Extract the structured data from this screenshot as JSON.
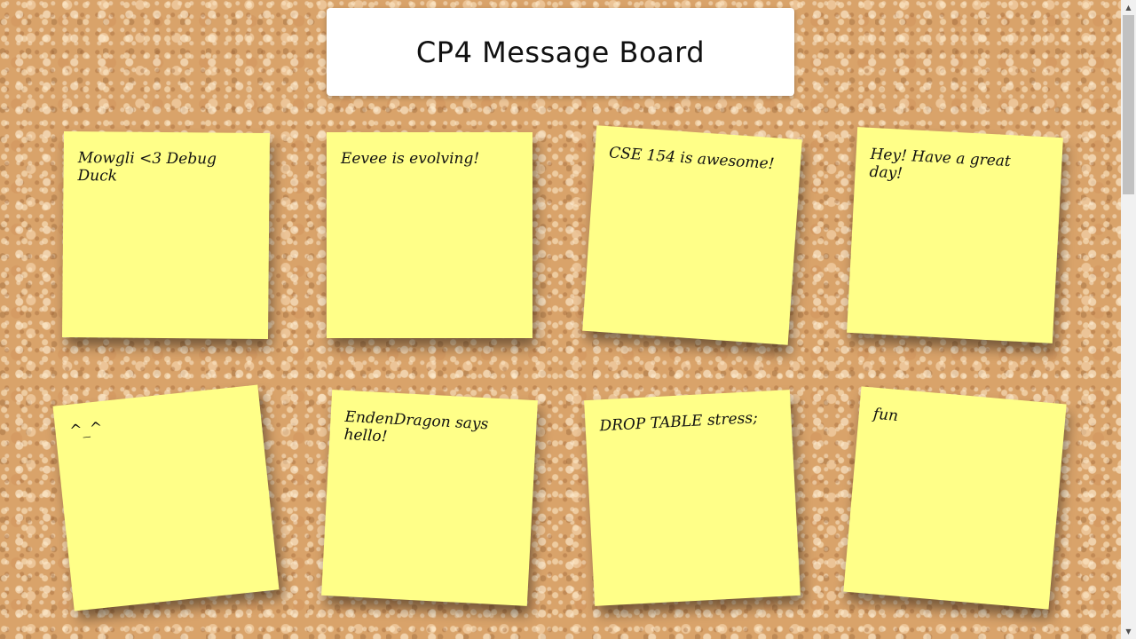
{
  "header": {
    "title": "CP4 Message Board"
  },
  "notes": [
    {
      "text": "Mowgli <3 Debug Duck"
    },
    {
      "text": "Eevee is evolving!"
    },
    {
      "text": "CSE 154 is awesome!"
    },
    {
      "text": "Hey! Have a great day!"
    },
    {
      "text": "^_^"
    },
    {
      "text": "EndenDragon says hello!"
    },
    {
      "text": "DROP TABLE stress;"
    },
    {
      "text": "fun"
    }
  ],
  "colors": {
    "note": "#ffff88",
    "board": "#d9a36a",
    "header_bg": "#ffffff"
  },
  "scrollbar": {
    "up_icon": "scroll-up-arrow-icon",
    "down_icon": "scroll-down-arrow-icon"
  }
}
